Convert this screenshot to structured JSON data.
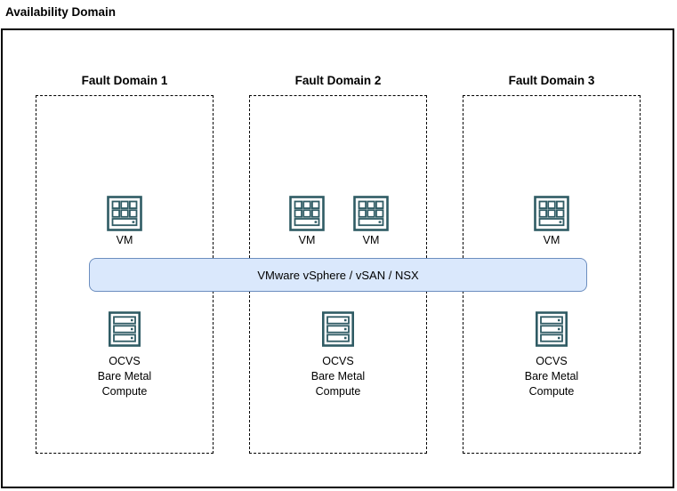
{
  "title": "Availability Domain",
  "availability_domain": {
    "bar": {
      "label": "VMware vSphere / vSAN / NSX"
    },
    "fault_domains": [
      {
        "label": "Fault Domain 1",
        "vms": [
          {
            "label": "VM"
          }
        ],
        "compute": {
          "label": "OCVS\nBare Metal\nCompute"
        }
      },
      {
        "label": "Fault Domain 2",
        "vms": [
          {
            "label": "VM"
          },
          {
            "label": "VM"
          }
        ],
        "compute": {
          "label": "OCVS\nBare Metal\nCompute"
        }
      },
      {
        "label": "Fault Domain 3",
        "vms": [
          {
            "label": "VM"
          }
        ],
        "compute": {
          "label": "OCVS\nBare Metal\nCompute"
        }
      }
    ]
  },
  "icons": {
    "vm": "vm-icon",
    "compute": "bare-metal-server-icon"
  },
  "colors": {
    "bar_fill": "#dae8fc",
    "bar_border": "#6c8ebf",
    "icon_stroke": "#2f5b64",
    "outline": "#000000",
    "background": "#ffffff"
  }
}
